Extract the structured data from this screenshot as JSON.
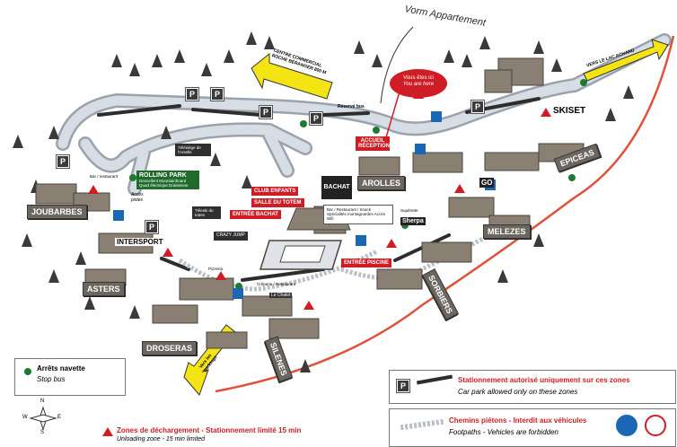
{
  "handwritten_note": "Vorm Appartement",
  "reception_bubble": {
    "line1": "Vous êtes ici",
    "line2": "You are here"
  },
  "reception_label": "ACCUEIL RÉCEPTION",
  "centre_commercial": "CENTRE COMMERCIAL ROCHE BÉRANGER 800 M",
  "lac_achard": "VERS LE LAC ACHARD",
  "reserve_bus": "Réservé bus",
  "skiset": "SKISET",
  "go_sport": "GO",
  "bachat": "BACHAT",
  "residences": {
    "arolles": "AROLLES",
    "epiceas": "EPICEAS",
    "jouBarbes": "JOUBARBES",
    "melezes": "MELEZES",
    "sorbiers": "SORBIERS",
    "asters": "ASTERS",
    "droseras": "DROSERAS",
    "silenes": "SILENES"
  },
  "intersport": "INTERSPORT",
  "rolling_park": {
    "title": "ROLLING PARK",
    "sub": "Descellent Mountainboard Quad électrique Draisienne"
  },
  "telesiege": "Télésiège de l'Arselle",
  "teleski": "Téleski du totem",
  "crazy_jump": "CRAZY JUMP",
  "club_enfants": "CLUB ENFANTS",
  "salle_totem": "SALLE DU TOTEM",
  "entree_bachat": "ENTRÉE BACHAT",
  "entree_piscine": "ENTRÉE PISCINE",
  "bar_resto": "Bar / Restaurant / Snack Spécialités montagnardes Accès Wifi",
  "superette": "Supérette",
  "sherpa": "Sherpa",
  "bar_restaurant_small": "Bar / restaurant",
  "acces_pistes": "Accès pistes",
  "pizzeria": "Pizzeria",
  "creperie": "Crêperie / Restaurant",
  "le_chalet": "Le Chalet",
  "parking_exit": "Vers les parkings",
  "legend": {
    "stop_fr": "Arrêts navette",
    "stop_en": "Stop bus",
    "parking_fr": "Stationnement autorisé uniquement sur ces zones",
    "parking_en": "Car park allowed only on these zones",
    "foot_fr": "Chemins piétons - Interdit aux véhicules",
    "foot_en": "Footpaths - Vehicles are forbidden",
    "unload_fr": "Zones de déchargement - Stationnement limité 15 min",
    "unload_en": "Unloading zone - 15 min limited"
  },
  "parking_letter": "P",
  "compass": {
    "n": "N",
    "s": "S",
    "e": "E",
    "w": "W"
  },
  "colors": {
    "road": "#c8cfd8",
    "road_edge": "#9aa3ad",
    "red_road": "#e0513a",
    "green": "#1e7a2e",
    "red": "#cf1d26",
    "building": "#8a7f73",
    "sign": "#6b665f"
  }
}
